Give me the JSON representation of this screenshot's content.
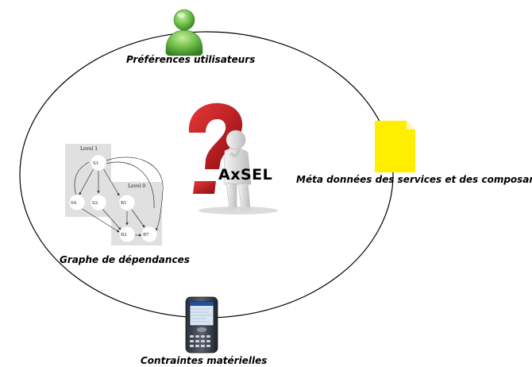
{
  "labels": {
    "user_preferences": "Préférences utilisateurs",
    "metadata": "Méta données des services et des composants",
    "dependency_graph": "Graphe de dépendances",
    "hardware_constraints": "Contraintes matérielles",
    "center": "AxSEL"
  },
  "graph": {
    "level_1": "Level 1",
    "level_0": "Level 0",
    "nodes": [
      "S1",
      "S4",
      "S2",
      "B1",
      "B2",
      "B7"
    ]
  },
  "icons": {
    "user": "user-icon",
    "document": "document-icon",
    "phone": "smartphone-icon",
    "question": "question-mark-thinker"
  },
  "colors": {
    "user_green": "#6cc04a",
    "document_yellow": "#ffee00",
    "question_red": "#c8161c"
  }
}
